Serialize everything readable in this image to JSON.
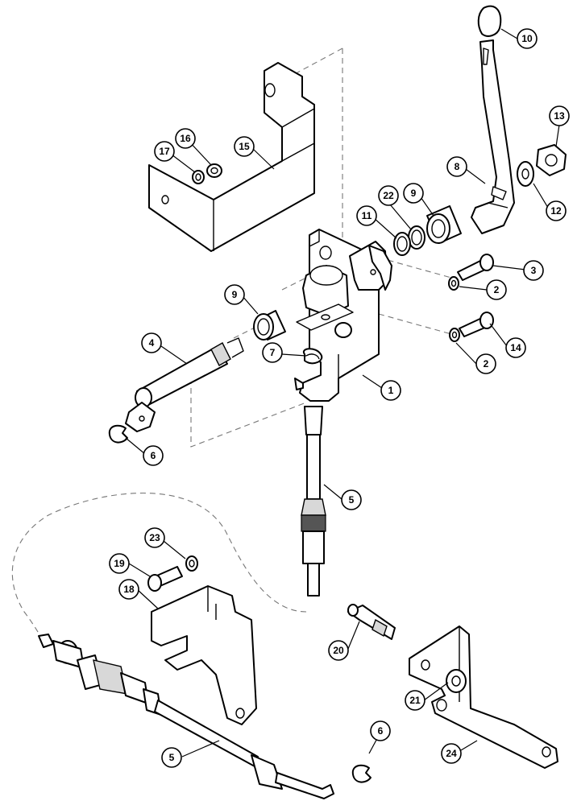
{
  "callouts": [
    {
      "id": "c10",
      "label": "10"
    },
    {
      "id": "c13",
      "label": "13"
    },
    {
      "id": "c16",
      "label": "16"
    },
    {
      "id": "c17",
      "label": "17"
    },
    {
      "id": "c15",
      "label": "15"
    },
    {
      "id": "c8",
      "label": "8"
    },
    {
      "id": "c12",
      "label": "12"
    },
    {
      "id": "c22",
      "label": "22"
    },
    {
      "id": "c9a",
      "label": "9"
    },
    {
      "id": "c11",
      "label": "11"
    },
    {
      "id": "c3",
      "label": "3"
    },
    {
      "id": "c2a",
      "label": "2"
    },
    {
      "id": "c9b",
      "label": "9"
    },
    {
      "id": "c14",
      "label": "14"
    },
    {
      "id": "c2b",
      "label": "2"
    },
    {
      "id": "c4",
      "label": "4"
    },
    {
      "id": "c7",
      "label": "7"
    },
    {
      "id": "c1",
      "label": "1"
    },
    {
      "id": "c6a",
      "label": "6"
    },
    {
      "id": "c5a",
      "label": "5"
    },
    {
      "id": "c23",
      "label": "23"
    },
    {
      "id": "c19",
      "label": "19"
    },
    {
      "id": "c18",
      "label": "18"
    },
    {
      "id": "c20",
      "label": "20"
    },
    {
      "id": "c21",
      "label": "21"
    },
    {
      "id": "c6b",
      "label": "6"
    },
    {
      "id": "c5b",
      "label": "5"
    },
    {
      "id": "c24",
      "label": "24"
    }
  ]
}
